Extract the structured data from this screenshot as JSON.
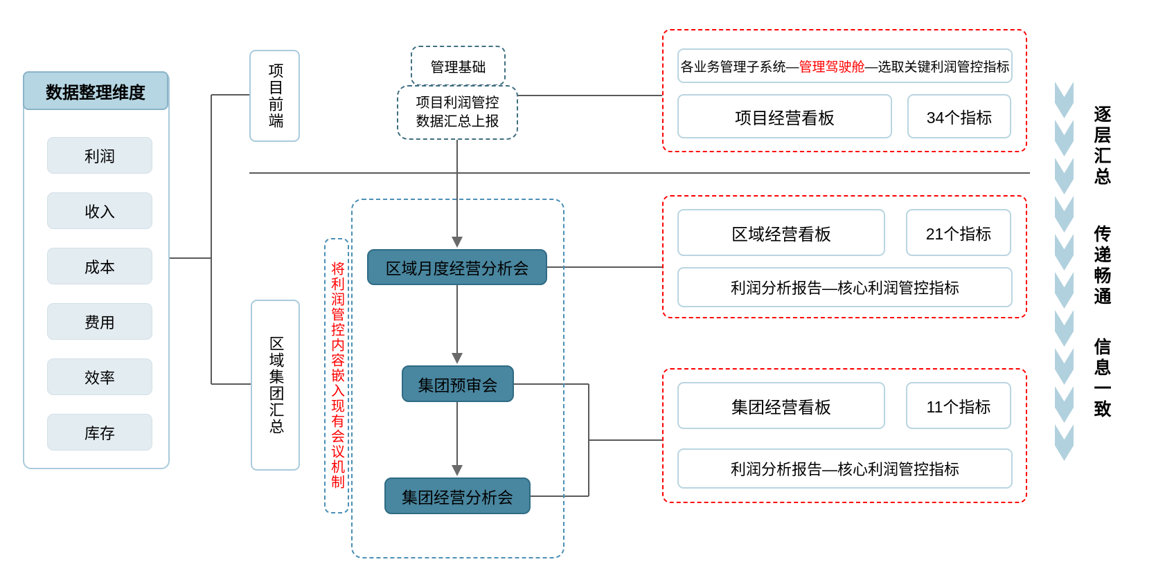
{
  "colors": {
    "panel_border": "#a9cadb",
    "header_bg": "#b5d6e2",
    "header_border": "#8ab3c8",
    "item_bg": "#e3ecf1",
    "foundation_dash": "#3f6e80",
    "meeting_bg": "#49869f",
    "meeting_border": "#2f6b84",
    "container_dash_blue": "#4a8fb5",
    "red_accent": "#ff0000",
    "inner_border": "#b9d5e1",
    "connector_line": "#595959",
    "chevron": "#b2d1de"
  },
  "left_panel": {
    "title": "数据整理维度",
    "items": [
      "利润",
      "收入",
      "成本",
      "费用",
      "效率",
      "库存"
    ]
  },
  "stages": {
    "front": "项目前端",
    "regional": "区域集团汇总"
  },
  "foundation": {
    "base": "管理基础",
    "report_line1": "项目利润管控",
    "report_line2": "数据汇总上报"
  },
  "meetings": {
    "annotation": "将利润管控内容嵌入现有会议机制",
    "regional_monthly": "区域月度经营分析会",
    "group_pre_review": "集团预审会",
    "group_analysis": "集团经营分析会"
  },
  "outputs": {
    "project": {
      "header_pre": "各业务管理子系统—",
      "header_highlight": "管理驾驶舱",
      "header_post": "—选取关键利润管控指标",
      "board": "项目经营看板",
      "count": "34个指标"
    },
    "regional": {
      "board": "区域经营看板",
      "count": "21个指标",
      "report": "利润分析报告—核心利润管控指标"
    },
    "group": {
      "board": "集团经营看板",
      "count": "11个指标",
      "report": "利润分析报告—核心利润管控指标"
    }
  },
  "side": {
    "labels": [
      "逐层汇总",
      "传递畅通",
      "信息一致"
    ],
    "chevron_count": 10
  }
}
